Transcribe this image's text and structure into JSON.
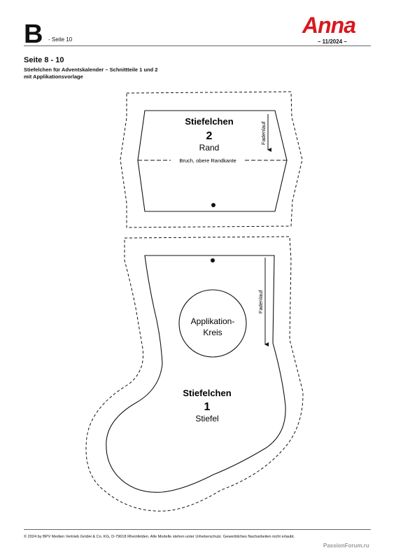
{
  "header": {
    "section_letter": "B",
    "page_label": "- Seite 10",
    "brand": "Anna",
    "issue": "– 11/2024 –"
  },
  "content": {
    "title": "Seite 8 - 10",
    "subtitle_line1": "Stiefelchen für Adventskalender – Schnittteile 1 und 2",
    "subtitle_line2": "mit Applikationsvorlage"
  },
  "piece2": {
    "name": "Stiefelchen",
    "number": "2",
    "part": "Rand",
    "fold_label": "Bruch, obere Randkante",
    "grain_label": "Fadenlauf"
  },
  "piece1": {
    "name": "Stiefelchen",
    "number": "1",
    "part": "Stiefel",
    "grain_label": "Fadenlauf",
    "appliqué_line1": "Applikation-",
    "appliqué_line2": "Kreis"
  },
  "footer": {
    "copyright": "© 2024 by BPV Medien Vertrieb GmbH & Co. KG, D-79618 Rheinfelden. Alle Modelle stehen unter Urheberschutz. Gewerbliches Nacharbeiten nicht erlaubt."
  },
  "watermark": "PassionForum.ru"
}
